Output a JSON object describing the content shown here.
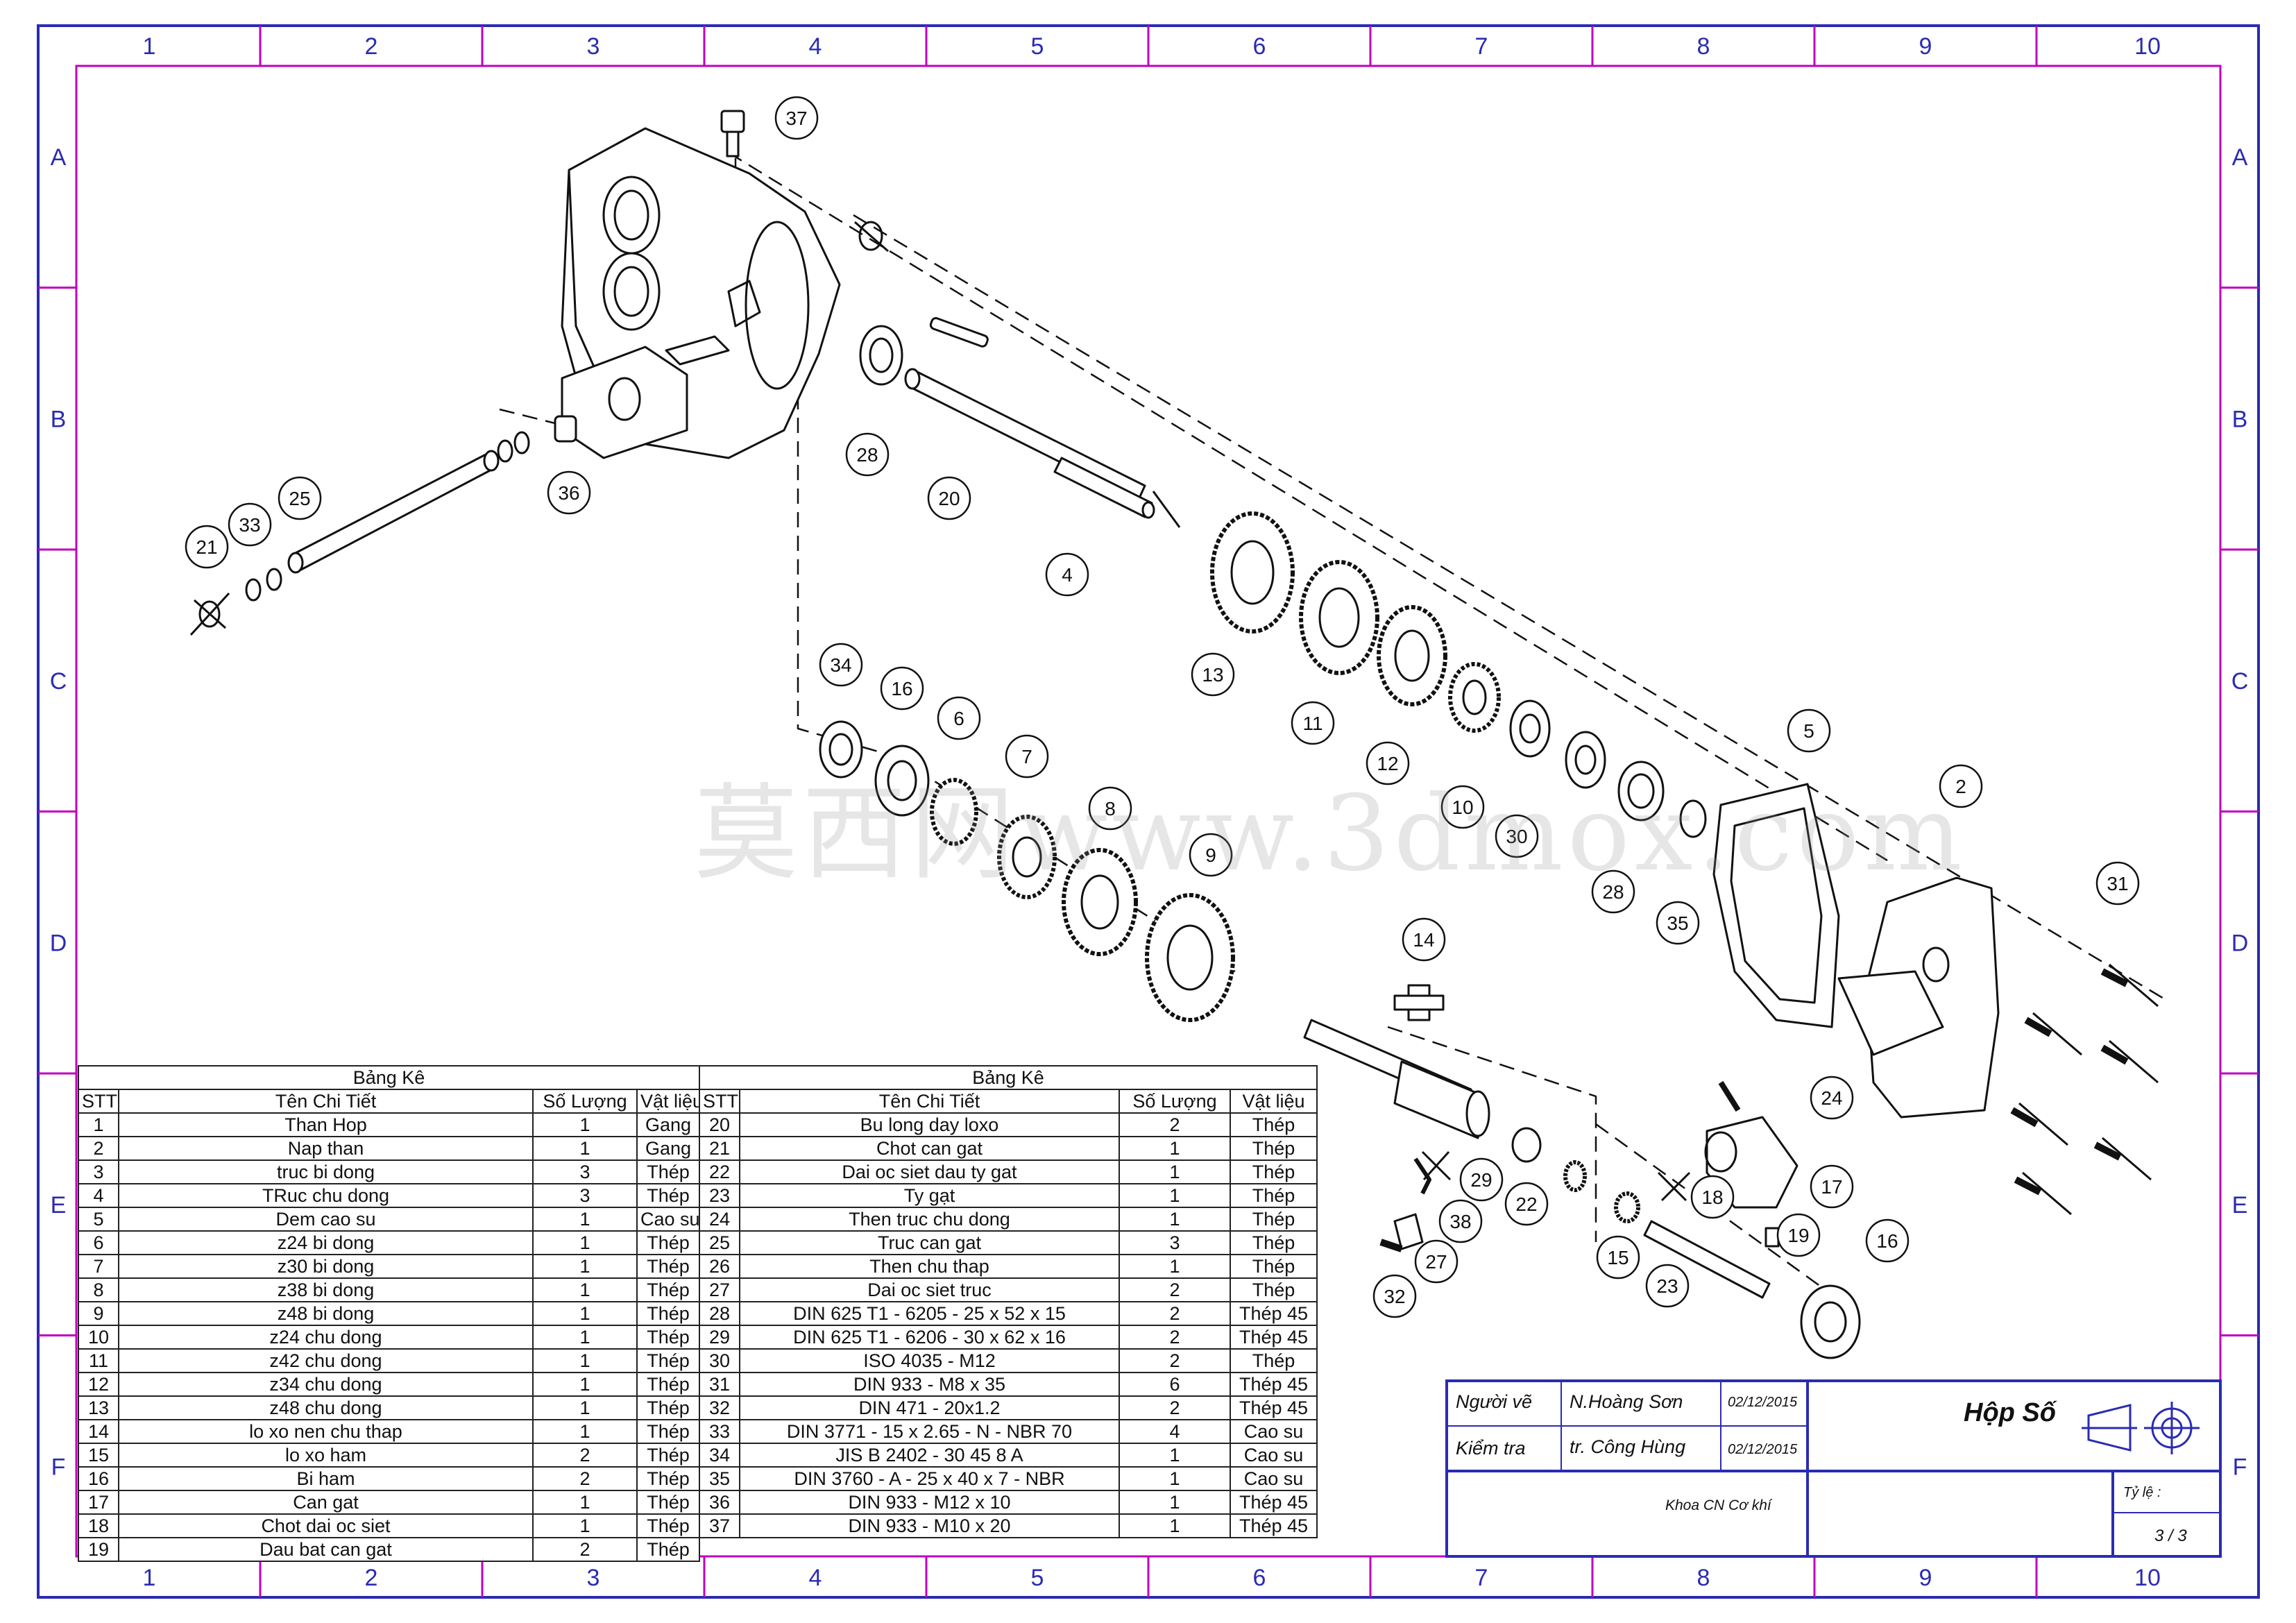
{
  "frame": {
    "columns": [
      "1",
      "2",
      "3",
      "4",
      "5",
      "6",
      "7",
      "8",
      "9",
      "10"
    ],
    "rows": [
      "A",
      "B",
      "C",
      "D",
      "E",
      "F"
    ]
  },
  "colors": {
    "frame": "#2b2bb3",
    "inner_frame": "#c000c0",
    "line": "#111111"
  },
  "watermark": "莫西网www.3dmox.com",
  "balloons": [
    "37",
    "28",
    "20",
    "4",
    "36",
    "25",
    "33",
    "21",
    "13",
    "11",
    "12",
    "10",
    "30",
    "28",
    "35",
    "5",
    "2",
    "31",
    "34",
    "16",
    "6",
    "7",
    "8",
    "9",
    "14",
    "24",
    "29",
    "38",
    "22",
    "15",
    "18",
    "17",
    "19",
    "16",
    "27",
    "32",
    "23"
  ],
  "bom_left": {
    "title": "Bảng Kê",
    "headers": [
      "STT",
      "Tên Chi Tiết",
      "Số Lượng",
      "Vật liệu"
    ],
    "rows": [
      [
        "1",
        "Than Hop",
        "1",
        "Gang"
      ],
      [
        "2",
        "Nap than",
        "1",
        "Gang"
      ],
      [
        "3",
        "truc bi dong",
        "3",
        "Thép"
      ],
      [
        "4",
        "TRuc chu dong",
        "3",
        "Thép"
      ],
      [
        "5",
        "Dem cao su",
        "1",
        "Cao su"
      ],
      [
        "6",
        "z24 bi dong",
        "1",
        "Thép"
      ],
      [
        "7",
        "z30 bi dong",
        "1",
        "Thép"
      ],
      [
        "8",
        "z38 bi dong",
        "1",
        "Thép"
      ],
      [
        "9",
        "z48 bi dong",
        "1",
        "Thép"
      ],
      [
        "10",
        "z24 chu dong",
        "1",
        "Thép"
      ],
      [
        "11",
        "z42 chu dong",
        "1",
        "Thép"
      ],
      [
        "12",
        "z34 chu dong",
        "1",
        "Thép"
      ],
      [
        "13",
        "z48 chu dong",
        "1",
        "Thép"
      ],
      [
        "14",
        "lo xo nen chu thap",
        "1",
        "Thép"
      ],
      [
        "15",
        "lo xo ham",
        "2",
        "Thép"
      ],
      [
        "16",
        "Bi ham",
        "2",
        "Thép"
      ],
      [
        "17",
        "Can gat",
        "1",
        "Thép"
      ],
      [
        "18",
        "Chot dai oc siet",
        "1",
        "Thép"
      ],
      [
        "19",
        "Dau bat can gat",
        "2",
        "Thép"
      ]
    ]
  },
  "bom_right": {
    "title": "Bảng Kê",
    "headers": [
      "STT",
      "Tên Chi Tiết",
      "Số Lượng",
      "Vật liệu"
    ],
    "rows": [
      [
        "20",
        "Bu long day loxo",
        "2",
        "Thép"
      ],
      [
        "21",
        "Chot can gat",
        "1",
        "Thép"
      ],
      [
        "22",
        "Dai oc siet dau ty gat",
        "1",
        "Thép"
      ],
      [
        "23",
        "Ty gạt",
        "1",
        "Thép"
      ],
      [
        "24",
        "Then truc chu dong",
        "1",
        "Thép"
      ],
      [
        "25",
        "Truc can gat",
        "3",
        "Thép"
      ],
      [
        "26",
        "Then chu thap",
        "1",
        "Thép"
      ],
      [
        "27",
        "Dai oc siet truc",
        "2",
        "Thép"
      ],
      [
        "28",
        "DIN 625 T1 - 6205 - 25 x 52 x 15",
        "2",
        "Thép 45"
      ],
      [
        "29",
        "DIN 625 T1 - 6206 - 30 x 62 x 16",
        "2",
        "Thép 45"
      ],
      [
        "30",
        "ISO 4035 - M12",
        "2",
        "Thép"
      ],
      [
        "31",
        "DIN 933 - M8  x 35",
        "6",
        "Thép 45"
      ],
      [
        "32",
        "DIN 471 - 20x1.2",
        "2",
        "Thép 45"
      ],
      [
        "33",
        "DIN 3771 - 15 x 2.65 - N - NBR 70",
        "4",
        "Cao su"
      ],
      [
        "34",
        "JIS B 2402 - 30 45 8 A",
        "1",
        "Cao su"
      ],
      [
        "35",
        "DIN 3760 - A - 25 x 40 x 7 - NBR",
        "1",
        "Cao su"
      ],
      [
        "36",
        "DIN 933 - M12  x 10",
        "1",
        "Thép 45"
      ],
      [
        "37",
        "DIN 933 - M10  x 20",
        "1",
        "Thép 45"
      ]
    ]
  },
  "title_block": {
    "drawn_by_label": "Người vẽ",
    "drawn_by": "N.Hoàng Sơn",
    "drawn_date": "02/12/2015",
    "checked_label": "Kiểm tra",
    "checked_by": "tr. Công Hùng",
    "checked_date": "02/12/2015",
    "title": "Hộp Số",
    "department": "Khoa CN Cơ khí",
    "scale_label": "Tỷ lệ :",
    "sheet": "3 / 3"
  }
}
